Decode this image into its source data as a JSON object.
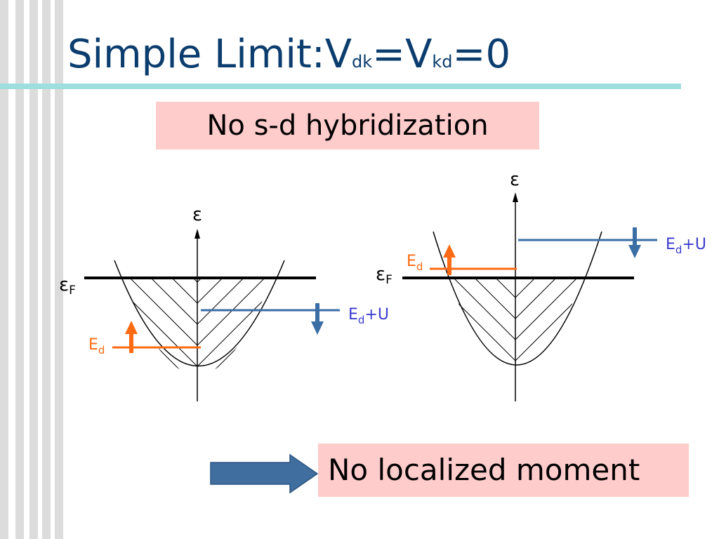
{
  "slide": {
    "title_main": "Simple Limit:V",
    "title_sub1": "dk",
    "title_mid": "=V",
    "title_sub2": "kd",
    "title_end": "=0",
    "hybridization_note": "No s-d hybridization",
    "conclusion": "No localized moment"
  },
  "diagrams": [
    {
      "epsilon_label": "ε",
      "fermi_label_main": "ε",
      "fermi_label_sub": "F",
      "ed_label_main": "E",
      "ed_label_sub": "d",
      "edu_label_main": "E",
      "edu_label_sub": "d",
      "edu_label_suffix": "+U"
    },
    {
      "epsilon_label": "ε",
      "fermi_label_main": "ε",
      "fermi_label_sub": "F",
      "ed_label_main": "E",
      "ed_label_sub": "d",
      "edu_label_main": "E",
      "edu_label_sub": "d",
      "edu_label_suffix": "+U"
    }
  ],
  "colors": {
    "title": "#0b3d6e",
    "ed": "#ff6a14",
    "edu": "#3a6ea5",
    "label_blue": "#3b3bd0",
    "box_fill": "#ffcccc",
    "arrow_fill": "#3f6e9f"
  }
}
